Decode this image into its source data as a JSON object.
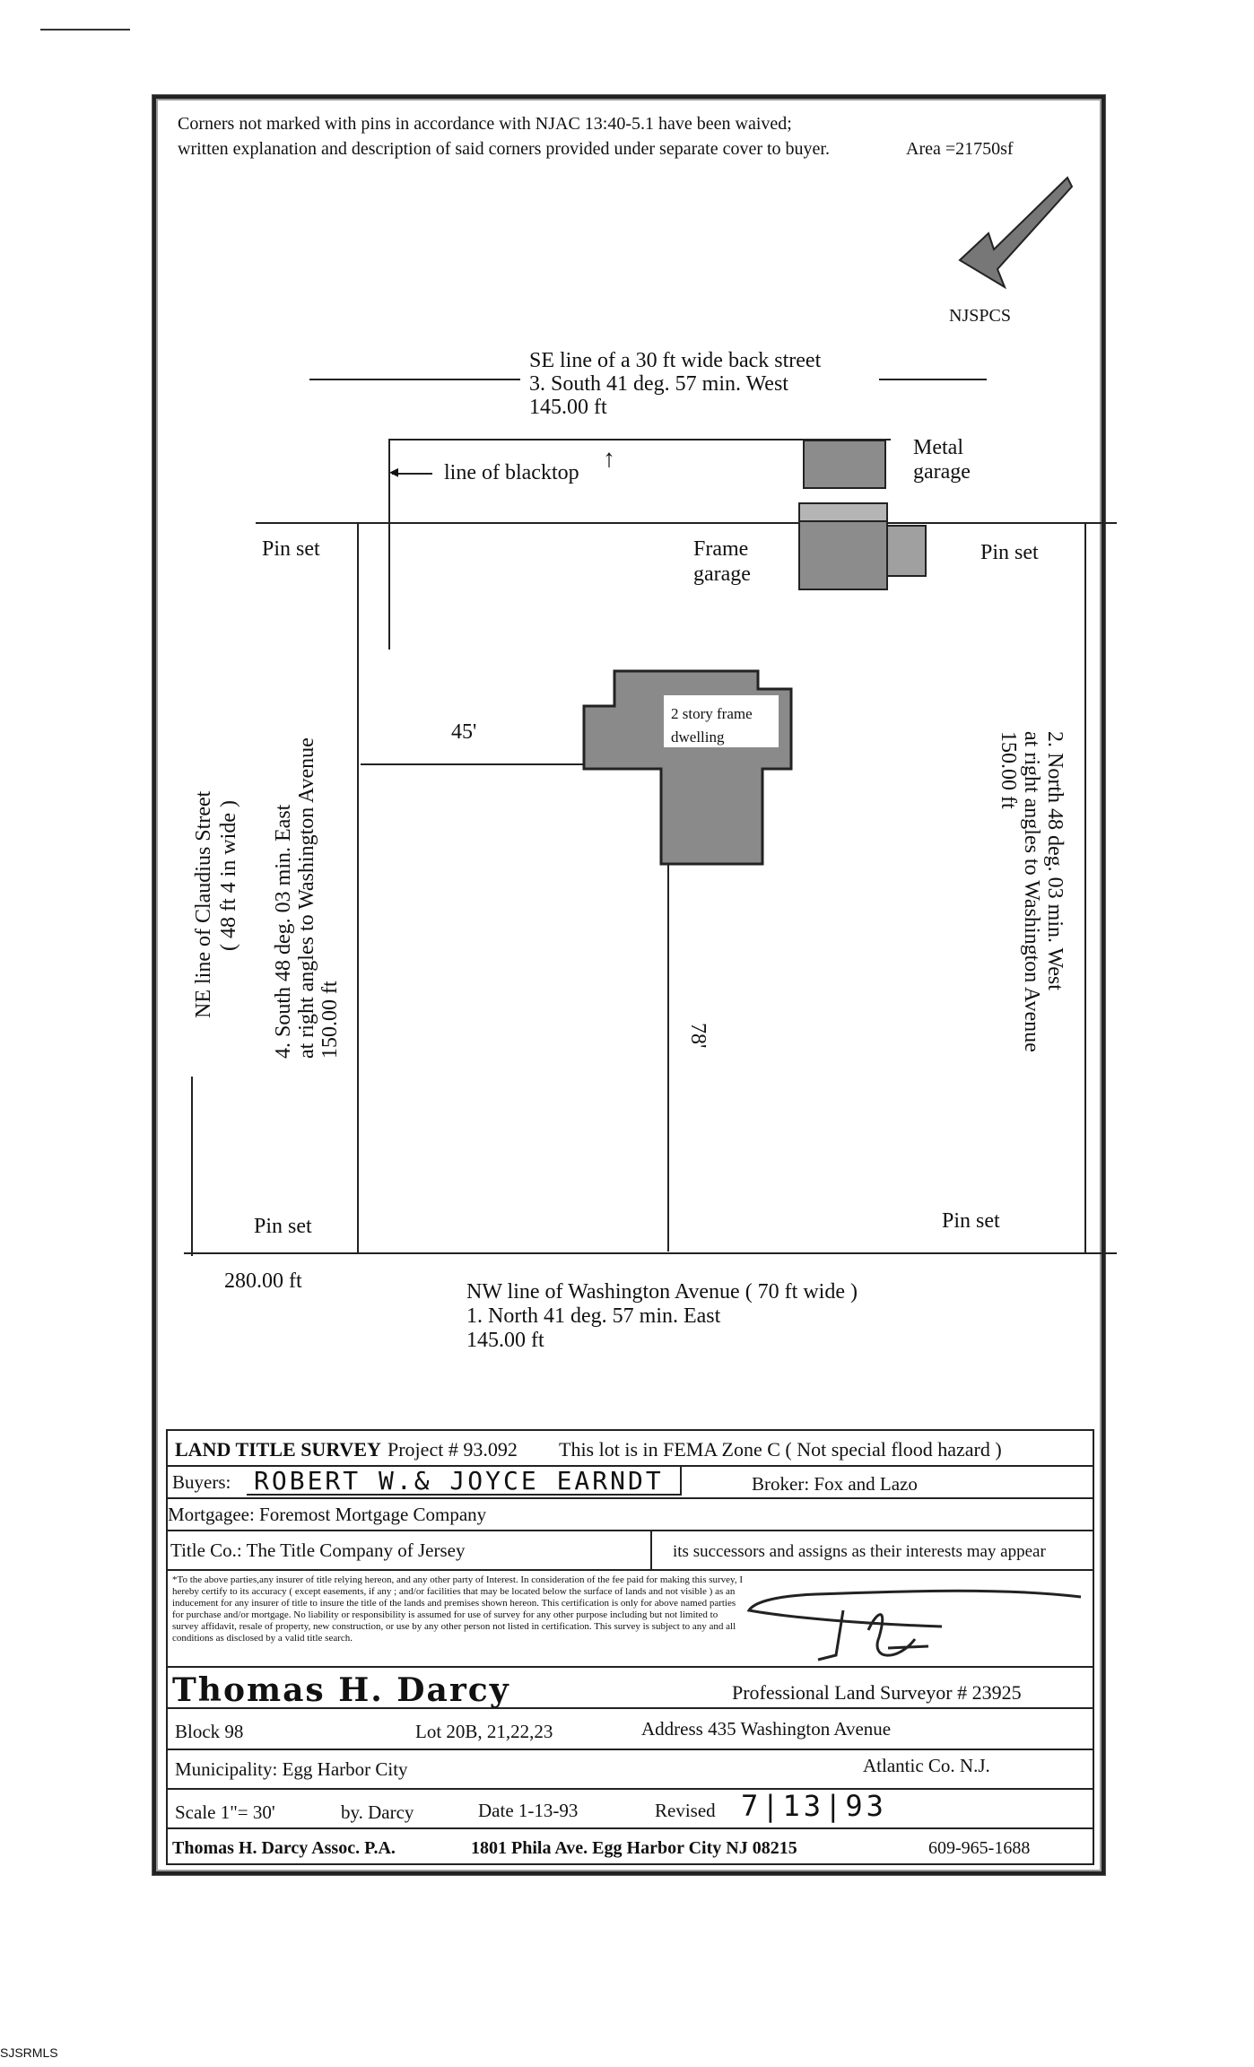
{
  "note": {
    "line1": "Corners not marked with pins in accordance with NJAC 13:40-5.1 have been waived;",
    "line2": "written explanation and description of said corners provided under separate cover to buyer.",
    "area": "Area =21750sf"
  },
  "north_label": "NJSPCS",
  "back_street": {
    "line1": "SE line of a 30 ft wide back street",
    "line2": "3.  South 41 deg. 57 min. West",
    "line3": "145.00 ft"
  },
  "blacktop": "line of blacktop",
  "metal_garage": [
    "Metal",
    "garage"
  ],
  "frame_garage": [
    "Frame",
    "garage"
  ],
  "pin_set": "Pin set",
  "dwelling": [
    "2 story frame",
    "dwelling"
  ],
  "setback_side": "45'",
  "setback_front": "78'",
  "east_side": {
    "line1": "2.  North 48 deg. 03 min. West",
    "line2": "at right angles to Washington Avenue",
    "line3": "150.00 ft"
  },
  "west_side": {
    "line1": "4.  South 48 deg. 03 min. East",
    "line2": "at right angles to Washington Avenue",
    "line3": "150.00 ft"
  },
  "claudius": {
    "line1": "NE line of Claudius Street",
    "line2": "( 48 ft 4 in wide )"
  },
  "distance_280": "280.00 ft",
  "washington": {
    "line1": "NW line of Washington Avenue ( 70 ft wide )",
    "line2": "1.  North 41 deg. 57 min. East",
    "line3": "145.00 ft"
  },
  "title_block": {
    "heading": "LAND  TITLE  SURVEY",
    "project": "Project # 93.092",
    "fema": "This lot is in FEMA Zone C ( Not special flood hazard )",
    "buyers_label": "Buyers:",
    "buyers": "ROBERT W.& JOYCE EARNDT",
    "broker": "Broker: Fox and Lazo",
    "mortgagee": "Mortgagee: Foremost Mortgage Company",
    "title_co": "Title Co.: The Title Company of Jersey",
    "successors": "its successors and assigns as their interests may appear",
    "certification": "*To the above parties,any insurer of title relying hereon, and any other party of Interest. In consideration of the fee paid for making this survey, I hereby certify to its accuracy ( except easements, if any ; and/or facilities that may be located below the surface of lands and not visible ) as an inducement for any insurer of title to insure the title of the lands and premises shown hereon. This certification is only for above named parties for purchase and/or mortgage. No liability or responsibility is assumed for use of survey for any other purpose including but not limited to survey affidavit, resale of property, new construction, or use by any other person not listed in certification. This survey is subject to any and all conditions as disclosed by a valid title search.",
    "surveyor_name": "Thomas  H.  Darcy",
    "surveyor_title": "Professional Land Surveyor # 23925",
    "block": "Block 98",
    "lot": "Lot 20B, 21,22,23",
    "address": "Address 435 Washington Avenue",
    "municipality": "Municipality: Egg Harbor City",
    "county": "Atlantic Co. N.J.",
    "scale": "Scale 1\"= 30'",
    "by": "by. Darcy",
    "date": "Date 1-13-93",
    "revised_label": "Revised",
    "revised": "7|13|93",
    "firm": "Thomas  H.  Darcy  Assoc.  P.A.",
    "firm_address": "1801  Phila  Ave.   Egg  Harbor  City  NJ  08215",
    "phone": "609-965-1688"
  },
  "footer": "SJSRMLS"
}
